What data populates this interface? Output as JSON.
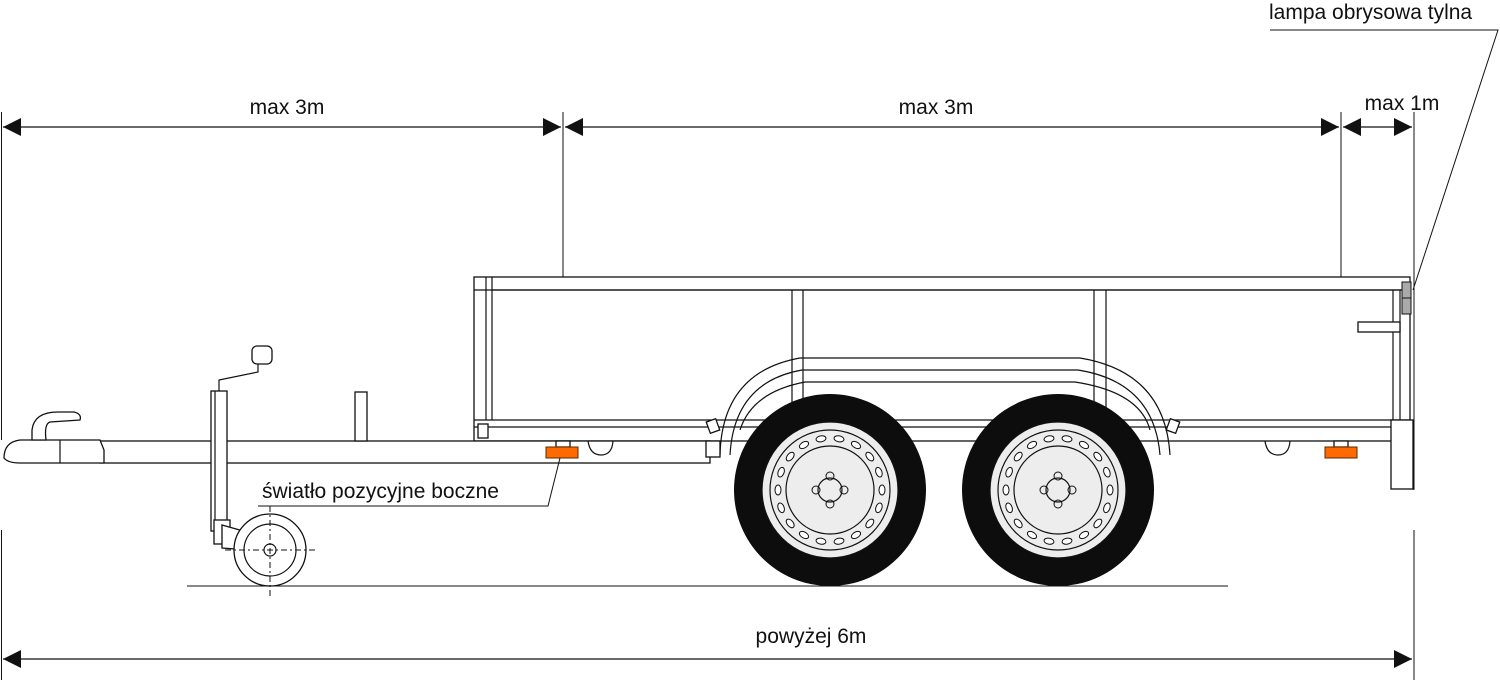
{
  "dimensions": {
    "front_section": "max 3m",
    "middle_section": "max 3m",
    "rear_overhang": "max 1m",
    "total_length": "powyżej 6m"
  },
  "callouts": {
    "rear_lamp": "lampa obrysowa tylna",
    "side_lamp": "światło pozycyjne boczne"
  },
  "colors": {
    "lamp": "#ff6a00",
    "tire": "#0d0d0d",
    "line": "#111111"
  }
}
